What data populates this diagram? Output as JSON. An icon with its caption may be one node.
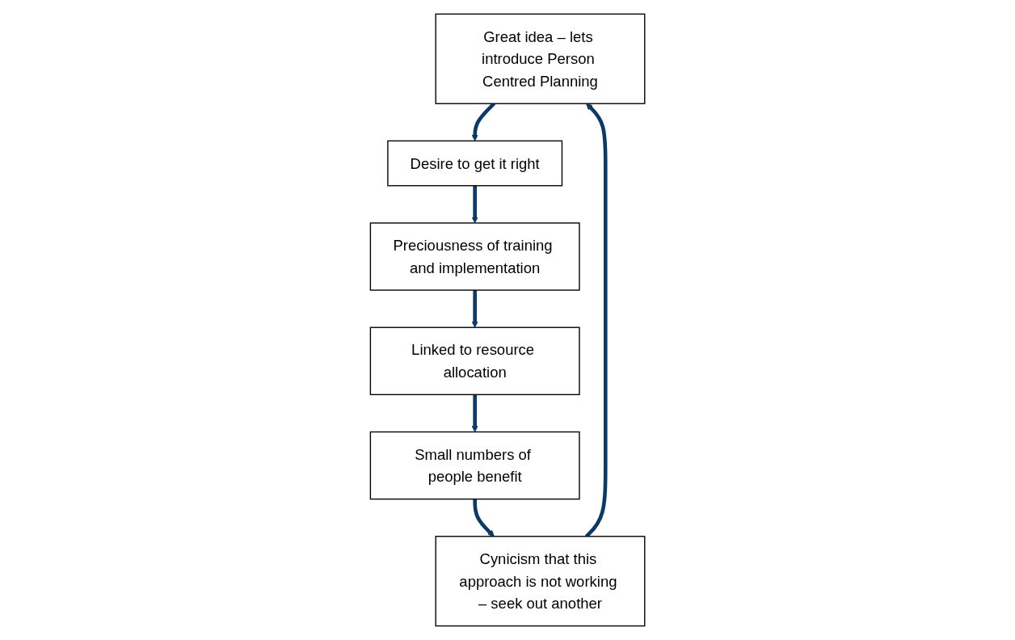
{
  "diagram": {
    "nodes": [
      {
        "text": [
          "Great idea – lets introduce Person Centred Planning"
        ]
      },
      {
        "text": [
          "Desire to get it right"
        ]
      },
      {
        "text": [
          "Preciousness of training and implementation"
        ]
      },
      {
        "text": [
          "Linked to resource allocation"
        ]
      },
      {
        "text": [
          "Small numbers of people benefit"
        ]
      },
      {
        "text": [
          "Cynicism that this approach is not working – seek out another"
        ]
      }
    ],
    "edges": [
      {
        "from": 0,
        "to": 1,
        "arrow": "to"
      },
      {
        "from": 1,
        "to": 2,
        "arrow": "to"
      },
      {
        "from": 2,
        "to": 3,
        "arrow": "to"
      },
      {
        "from": 3,
        "to": 4,
        "arrow": "to"
      },
      {
        "from": 4,
        "to": 5,
        "arrow": "to"
      },
      {
        "from": 5,
        "to": 0,
        "arrow": "to"
      }
    ]
  }
}
